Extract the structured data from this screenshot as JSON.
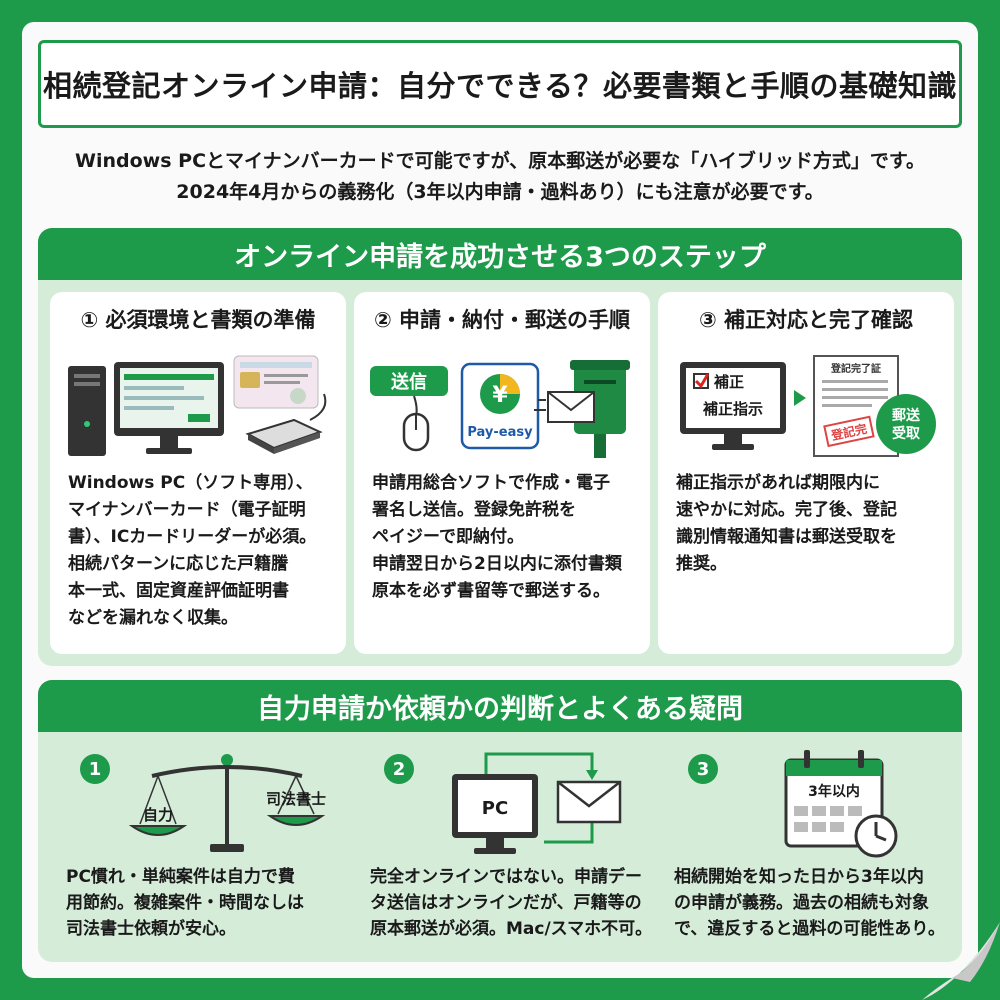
{
  "title": "相続登記オンライン申請：自分でできる？必要書類と手順の基礎知識",
  "intro": {
    "line1": "Windows PCとマイナンバーカードで可能ですが、原本郵送が必要な「ハイブリッド方式」です。",
    "line2": "2024年4月からの義務化（3年以内申請・過料あり）にも注意が必要です。"
  },
  "steps_section": {
    "heading": "オンライン申請を成功させる3つのステップ",
    "steps": [
      {
        "title": "① 必須環境と書類の準備",
        "lines": [
          "Windows PC（ソフト専用）、",
          "マイナンバーカード（電子証明",
          "書）、ICカードリーダーが必須。",
          "相続パターンに応じた戸籍謄",
          "本一式、固定資産評価証明書",
          "などを漏れなく収集。"
        ]
      },
      {
        "title": "② 申請・納付・郵送の手順",
        "lines": [
          "申請用総合ソフトで作成・電子",
          "署名し送信。登録免許税を",
          "ペイジーで即納付。",
          "申請翌日から2日以内に添付書類",
          "原本を必ず書留等で郵送する。"
        ],
        "illus": {
          "send_label": "送信",
          "payeasy_label": "Pay-easy"
        }
      },
      {
        "title": "③ 補正対応と完了確認",
        "lines": [
          "補正指示があれば期限内に",
          "速やかに対応。完了後、登記",
          "識別情報通知書は郵送受取を",
          "推奨。"
        ],
        "illus": {
          "monitor_line1": "補正",
          "monitor_line2": "補正指示",
          "doc_label": "登記完了証",
          "stamp_text": "登記完",
          "badge_line1": "郵送",
          "badge_line2": "受取"
        }
      }
    ]
  },
  "faq_section": {
    "heading": "自力申請か依頼かの判断とよくある疑問",
    "items": [
      {
        "number": "1",
        "lines": [
          "PC慣れ・単純案件は自力で費",
          "用節約。複雑案件・時間なしは",
          "司法書士依頼が安心。"
        ],
        "illus": {
          "left_label": "自力",
          "right_label": "司法書士"
        }
      },
      {
        "number": "2",
        "lines": [
          "完全オンラインではない。申請デー",
          "タ送信はオンラインだが、戸籍等の",
          "原本郵送が必須。Mac/スマホ不可。"
        ],
        "illus": {
          "pc_label": "PC"
        }
      },
      {
        "number": "3",
        "lines": [
          "相続開始を知った日から3年以内",
          "の申請が義務。過去の相続も対象",
          "で、違反すると過料の可能性あり。"
        ],
        "illus": {
          "calendar_label": "3年以内"
        }
      }
    ]
  },
  "colors": {
    "brand_green": "#1e9a4b",
    "section_bg": "#d5ecd9",
    "dark": "#1a1a1a"
  }
}
